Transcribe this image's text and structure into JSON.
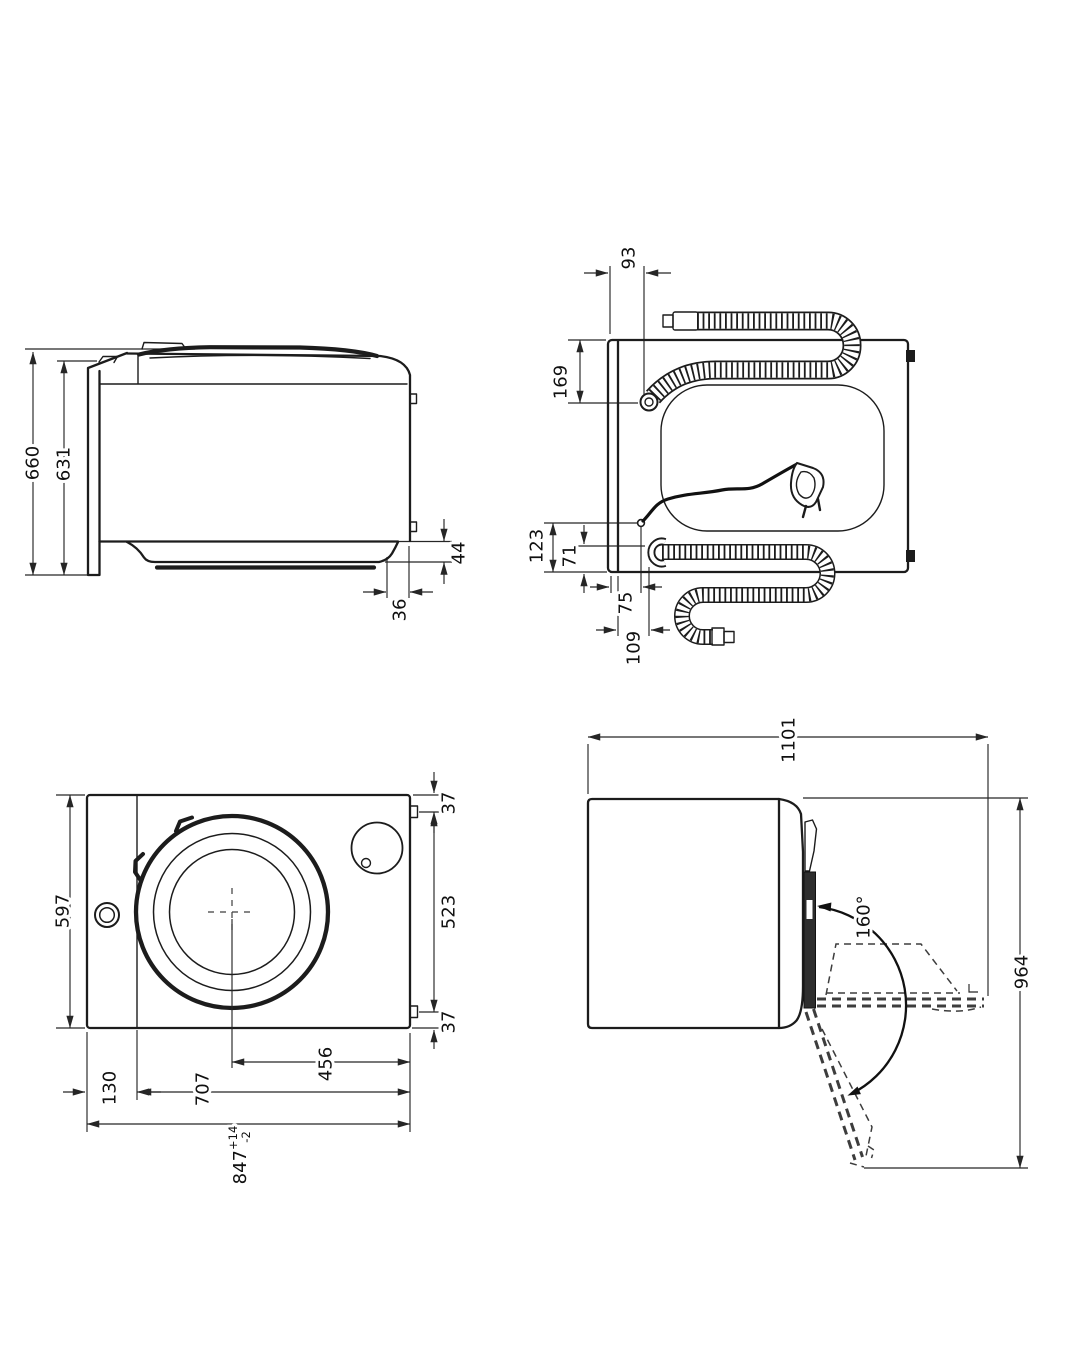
{
  "drawing": {
    "line_color": "#1c1c1c",
    "views": {
      "side": {
        "overall_height": "660",
        "body_height": "631",
        "base_height": "44",
        "base_recess": "36"
      },
      "top": {
        "inlet_offset": "93",
        "inlet_depth": "169",
        "cord_side": "123",
        "drain_side": "71",
        "cord_front": "75",
        "drain_front": "109"
      },
      "front": {
        "depth": "597",
        "hinge_top": "37",
        "hinge_span": "523",
        "hinge_bottom": "37",
        "door_center_to_edge": "456",
        "panel_width": "130",
        "body_width": "707",
        "overall_width": "847",
        "tolerance_plus": "+14",
        "tolerance_minus": "-2"
      },
      "swing": {
        "depth_door_open": "1101",
        "swing_clearance": "964",
        "door_angle": "160°"
      }
    }
  }
}
